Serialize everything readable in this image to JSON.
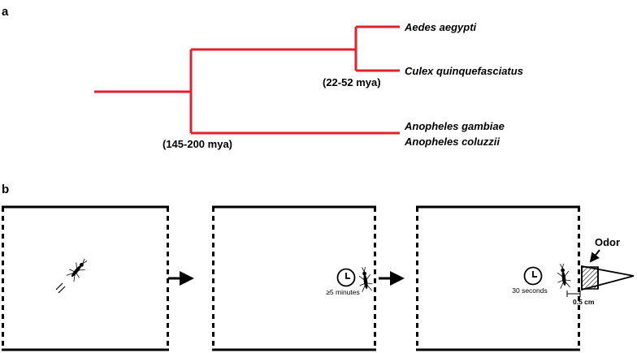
{
  "panel_a": {
    "label": "a",
    "colors": {
      "branch": "#e0222e"
    },
    "species": [
      "Aedes aegypti",
      "Culex quinquefasciatus",
      "Anopheles gambiae",
      "Anopheles coluzzii"
    ],
    "ages": {
      "culicinae": "(22-52 mya)",
      "root": "(145-200 mya)"
    }
  },
  "panel_b": {
    "label": "b",
    "step2_time": "≥5 minutes",
    "step3_time": "30 seconds",
    "odor_label": "Odor",
    "distance_label": "0.5 cm",
    "icons": [
      "mosquito-icon",
      "clock-icon",
      "arrow-right-icon",
      "odor-cone"
    ]
  }
}
